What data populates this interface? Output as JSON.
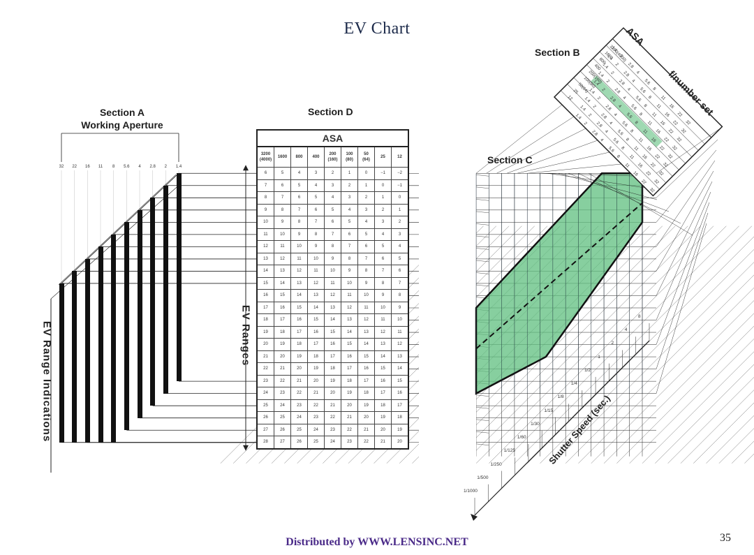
{
  "title": "EV Chart",
  "section_a": {
    "label_line1": "Section A",
    "label_line2": "Working Aperture",
    "apertures": [
      "32",
      "22",
      "16",
      "11",
      "8",
      "5.6",
      "4",
      "2.8",
      "2",
      "1.4"
    ],
    "axis_label": "EV Range Indications"
  },
  "section_d": {
    "label": "Section D",
    "asa_title": "ASA",
    "asa_columns": [
      [
        "3200",
        "(4000)"
      ],
      [
        "1600",
        ""
      ],
      [
        "800",
        ""
      ],
      [
        "400",
        ""
      ],
      [
        "200",
        "(160)"
      ],
      [
        "100",
        "(80)"
      ],
      [
        "50",
        "(64)"
      ],
      [
        "25",
        ""
      ],
      [
        "12",
        ""
      ]
    ],
    "rows": [
      [
        "6",
        "5",
        "4",
        "3",
        "2",
        "1",
        "0",
        "−1",
        "−2"
      ],
      [
        "7",
        "6",
        "5",
        "4",
        "3",
        "2",
        "1",
        "0",
        "−1"
      ],
      [
        "8",
        "7",
        "6",
        "5",
        "4",
        "3",
        "2",
        "1",
        "0"
      ],
      [
        "9",
        "8",
        "7",
        "6",
        "5",
        "4",
        "3",
        "2",
        "1"
      ],
      [
        "10",
        "9",
        "8",
        "7",
        "6",
        "5",
        "4",
        "3",
        "2"
      ],
      [
        "11",
        "10",
        "9",
        "8",
        "7",
        "6",
        "5",
        "4",
        "3"
      ],
      [
        "12",
        "11",
        "10",
        "9",
        "8",
        "7",
        "6",
        "5",
        "4"
      ],
      [
        "13",
        "12",
        "11",
        "10",
        "9",
        "8",
        "7",
        "6",
        "5"
      ],
      [
        "14",
        "13",
        "12",
        "11",
        "10",
        "9",
        "8",
        "7",
        "6"
      ],
      [
        "15",
        "14",
        "13",
        "12",
        "11",
        "10",
        "9",
        "8",
        "7"
      ],
      [
        "16",
        "15",
        "14",
        "13",
        "12",
        "11",
        "10",
        "9",
        "8"
      ],
      [
        "17",
        "16",
        "15",
        "14",
        "13",
        "12",
        "11",
        "10",
        "9"
      ],
      [
        "18",
        "17",
        "16",
        "15",
        "14",
        "13",
        "12",
        "11",
        "10"
      ],
      [
        "19",
        "18",
        "17",
        "16",
        "15",
        "14",
        "13",
        "12",
        "11"
      ],
      [
        "20",
        "19",
        "18",
        "17",
        "16",
        "15",
        "14",
        "13",
        "12"
      ],
      [
        "21",
        "20",
        "19",
        "18",
        "17",
        "16",
        "15",
        "14",
        "13"
      ],
      [
        "22",
        "21",
        "20",
        "19",
        "18",
        "17",
        "16",
        "15",
        "14"
      ],
      [
        "23",
        "22",
        "21",
        "20",
        "19",
        "18",
        "17",
        "16",
        "15"
      ],
      [
        "24",
        "23",
        "22",
        "21",
        "20",
        "19",
        "18",
        "17",
        "16"
      ],
      [
        "25",
        "24",
        "23",
        "22",
        "21",
        "20",
        "19",
        "18",
        "17"
      ],
      [
        "26",
        "25",
        "24",
        "23",
        "22",
        "21",
        "20",
        "19",
        "18"
      ],
      [
        "27",
        "26",
        "25",
        "24",
        "23",
        "22",
        "21",
        "20",
        "19"
      ],
      [
        "28",
        "27",
        "26",
        "25",
        "24",
        "23",
        "22",
        "21",
        "20"
      ]
    ],
    "axis_label": "EV Ranges"
  },
  "section_c": {
    "label": "Section C",
    "shutter_speeds": [
      "1/1000",
      "1/500",
      "1/250",
      "1/125",
      "1/60",
      "1/30",
      "1/15",
      "1/8",
      "1/4",
      "1/2",
      "1",
      "2",
      "4",
      "8"
    ],
    "axis_label": "Shutter Speed (sec.)"
  },
  "section_b": {
    "label": "Section B",
    "asa_label": "ASA",
    "fnumber_label": "f/number set",
    "asa_values": [
      "3200(4000)",
      "1600",
      "800",
      "400",
      "200(160)",
      "100(80)",
      "50(64)",
      "25",
      "12"
    ],
    "fnumbers": [
      "1.4",
      "2",
      "2.8",
      "4",
      "5.6",
      "8",
      "11",
      "16",
      "22",
      "32"
    ]
  },
  "colors": {
    "accent_green": "#5fbf7f",
    "line": "#222222",
    "footer": "#4a2a88"
  },
  "footer": "Distributed by WWW.LENSINC.NET",
  "page_number": "35"
}
